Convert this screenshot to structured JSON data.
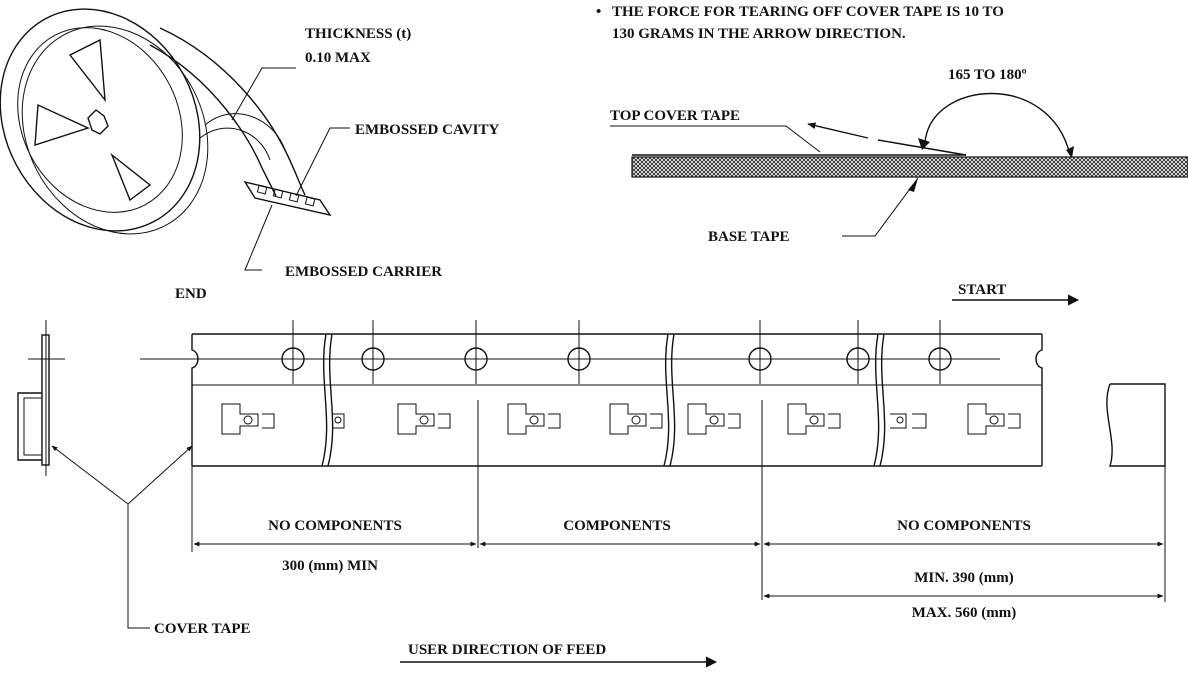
{
  "labels": {
    "thickness_line1": "THICKNESS (t)",
    "thickness_line2": "0.10 MAX",
    "embossed_cavity": "EMBOSSED CAVITY",
    "embossed_carrier": "EMBOSSED CARRIER",
    "note_bullet": "•",
    "note_line1": "THE FORCE FOR TEARING OFF COVER TAPE IS 10 TO",
    "note_line2": "130 GRAMS IN THE ARROW DIRECTION.",
    "angle": "165 TO 180º",
    "top_cover_tape": "TOP COVER TAPE",
    "base_tape": "BASE TAPE",
    "end": "END",
    "start": "START",
    "no_components_left": "NO COMPONENTS",
    "components": "COMPONENTS",
    "no_components_right": "NO COMPONENTS",
    "min_300": "300 (mm) MIN",
    "min_390": "MIN. 390 (mm)",
    "max_560": "MAX. 560 (mm)",
    "cover_tape": "COVER TAPE",
    "feed_direction": "USER DIRECTION OF FEED"
  },
  "colors": {
    "ink": "#111111",
    "background": "#ffffff"
  }
}
